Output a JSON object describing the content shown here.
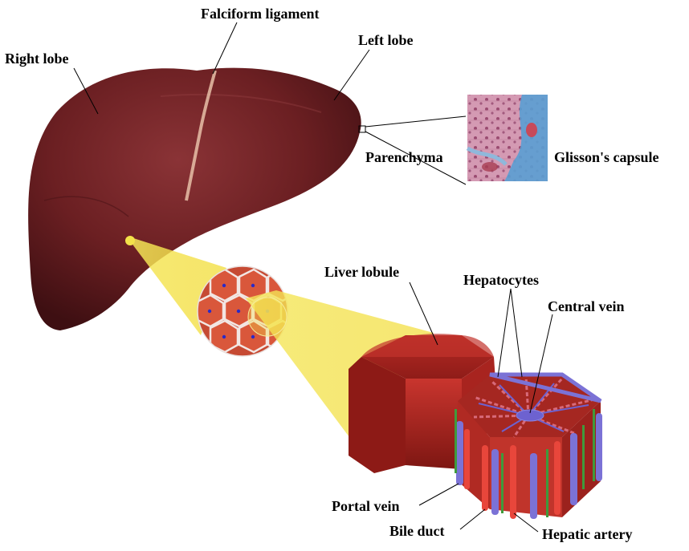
{
  "labels": {
    "falciform": "Falciform ligament",
    "right_lobe": "Right lobe",
    "left_lobe": "Left lobe",
    "parenchyma": "Parenchyma",
    "glisson": "Glisson's capsule",
    "liver_lobule": "Liver lobule",
    "hepatocytes": "Hepatocytes",
    "central_vein": "Central vein",
    "portal_vein": "Portal vein",
    "bile_duct": "Bile duct",
    "hepatic_artery": "Hepatic artery"
  },
  "colors": {
    "liver": "#6b1f22",
    "lobule_red": "#c4302a",
    "magnifier_yellow": "#f2e24a",
    "portal_vein_blue": "#7b72d6",
    "hepatic_artery_red": "#e8463b",
    "bile_duct_green": "#3f9a3c",
    "histology_pink": "#c07a98",
    "capsule_blue": "#5a9fd3"
  }
}
